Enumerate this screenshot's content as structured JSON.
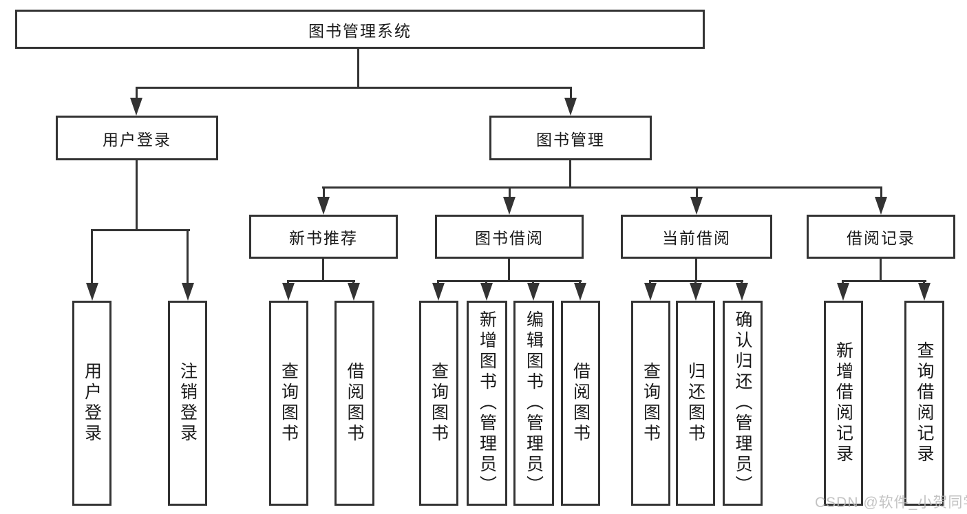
{
  "nodes": {
    "root": {
      "label": "图书管理系统"
    },
    "level2": [
      {
        "label": "用户登录"
      },
      {
        "label": "图书管理"
      }
    ],
    "level3": [
      {
        "label": "新书推荐"
      },
      {
        "label": "图书借阅"
      },
      {
        "label": "当前借阅"
      },
      {
        "label": "借阅记录"
      }
    ],
    "leaves": [
      {
        "label": "用户登录"
      },
      {
        "label": "注销登录"
      },
      {
        "label": "查询图书"
      },
      {
        "label": "借阅图书"
      },
      {
        "label": "查询图书"
      },
      {
        "label": "新增图书（管理员）"
      },
      {
        "label": "编辑图书（管理员）"
      },
      {
        "label": "借阅图书"
      },
      {
        "label": "查询图书"
      },
      {
        "label": "归还图书"
      },
      {
        "label": "确认归还（管理员）"
      },
      {
        "label": "新增借阅记录"
      },
      {
        "label": "查询借阅记录"
      }
    ]
  },
  "watermark": {
    "text": "CSDN @软件_小贺同学",
    "color": "#b9b9b9"
  },
  "colors": {
    "line": "#333333",
    "text": "#1a1a1a",
    "background": "#ffffff"
  }
}
